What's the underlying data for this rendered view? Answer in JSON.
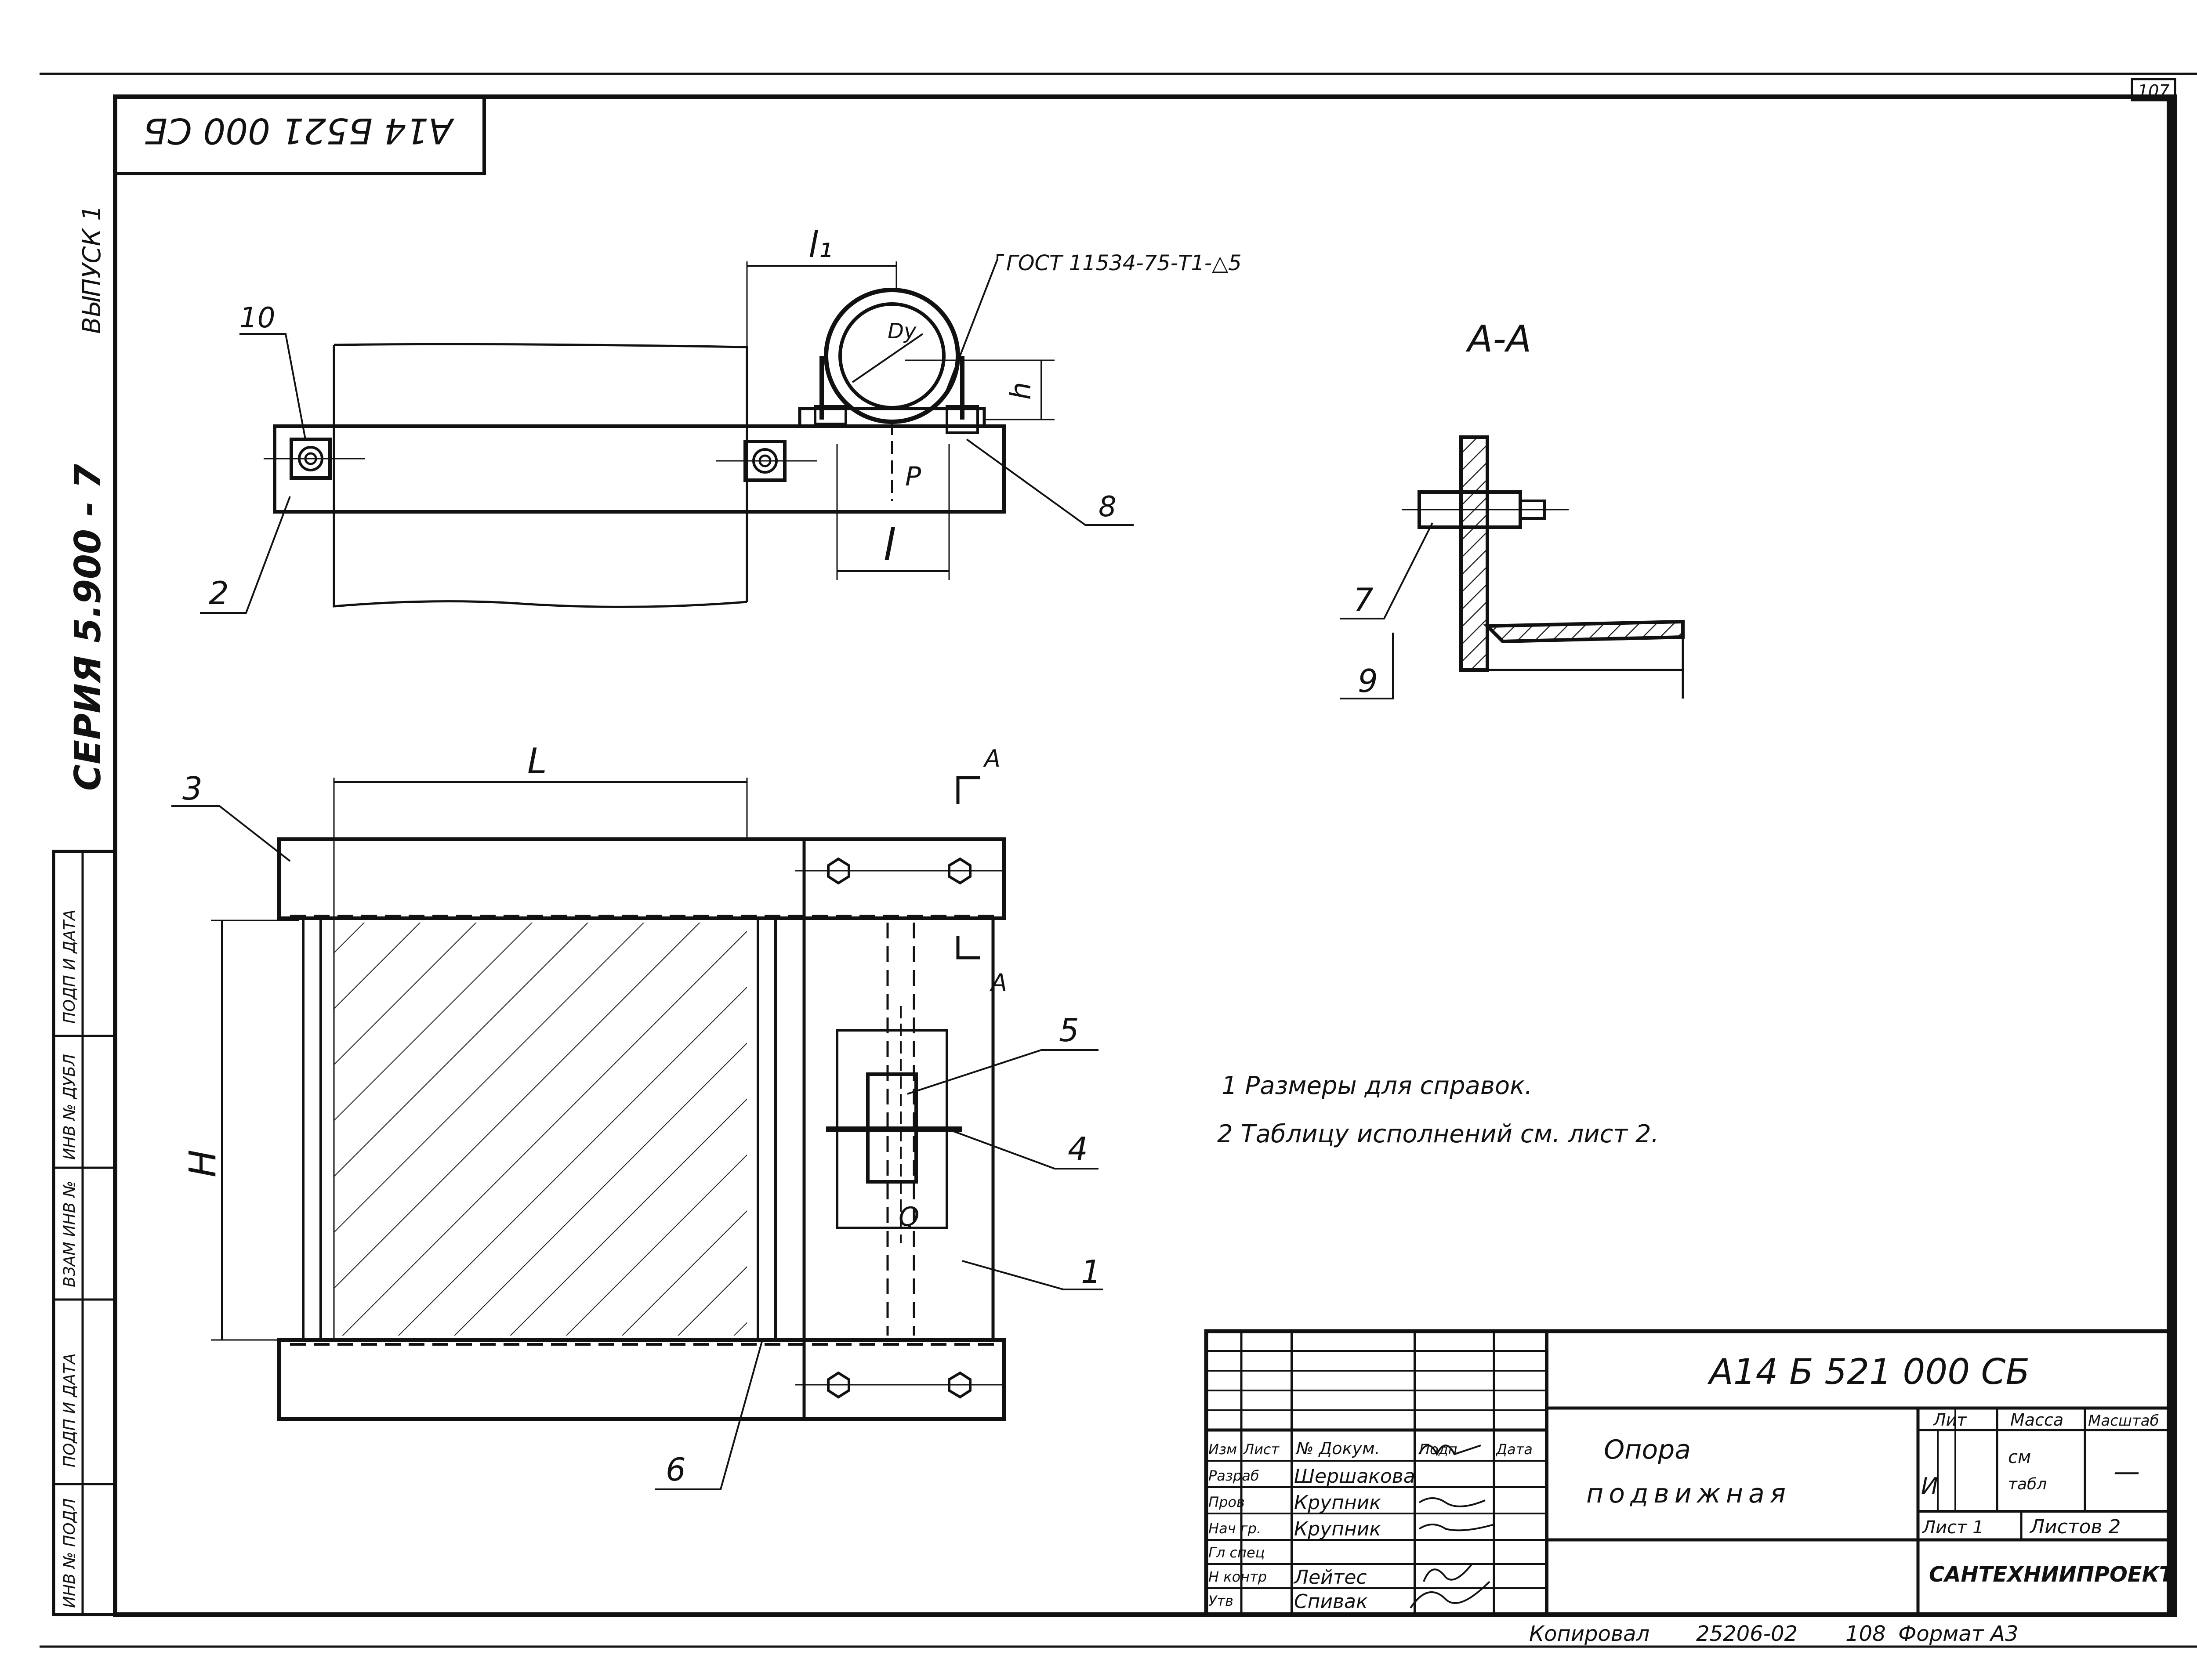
{
  "sheet_number": "107",
  "rotated_stamp": "А14 Б521 000 СБ",
  "side_series": "СЕРИЯ 5.900 - 7",
  "side_issue": "ВЫПУСК 1",
  "left_strip": [
    "ИНВ № ПОДЛ",
    "ПОДП И ДАТА",
    "ВЗАМ ИНВ №",
    "ИНВ № ДУБЛ",
    "ПОДП И ДАТА"
  ],
  "gost_note": "ГОСТ 11534-75-Т1-△5",
  "dim_labels": {
    "l1": "l₁",
    "dy": "Dy",
    "h": "h",
    "p": "P",
    "l": "l",
    "L": "L",
    "H": "H",
    "q": "Q"
  },
  "section_title": "А-А",
  "section_marks": [
    "А",
    "А"
  ],
  "callouts": [
    "10",
    "2",
    "8",
    "7",
    "9",
    "3",
    "5",
    "4",
    "1",
    "6"
  ],
  "notes": [
    "1 Размеры для справок.",
    "2 Таблицу исполнений см. лист 2."
  ],
  "title_block": {
    "doc_code": "А14 Б 521 000 СБ",
    "headers": [
      "Изм",
      "Лист",
      "№ Докум.",
      "Подп",
      "Дата"
    ],
    "roles": [
      {
        "role": "Разраб",
        "name": "Шершакова"
      },
      {
        "role": "Пров",
        "name": "Крупник"
      },
      {
        "role": "Нач гр.",
        "name": "Крупник"
      },
      {
        "role": "Гл спец",
        "name": ""
      },
      {
        "role": "Н контр",
        "name": "Лейтес"
      },
      {
        "role": "Утв",
        "name": "Спивак"
      }
    ],
    "product_name_1": "Опора",
    "product_name_2": "подвижная",
    "lit_header": "Лит",
    "mass_header": "Масса",
    "scale_header": "Масштаб",
    "lit_value": "И",
    "mass_value_1": "см",
    "mass_value_2": "табл",
    "scale_value": "—",
    "sheet_label": "Лист 1",
    "sheets_label": "Листов 2",
    "organization": "САНТЕХНИИПРОЕКТ"
  },
  "footer": {
    "copied": "Копировал",
    "number": "25206-02",
    "page": "108",
    "format": "Формат А3"
  }
}
